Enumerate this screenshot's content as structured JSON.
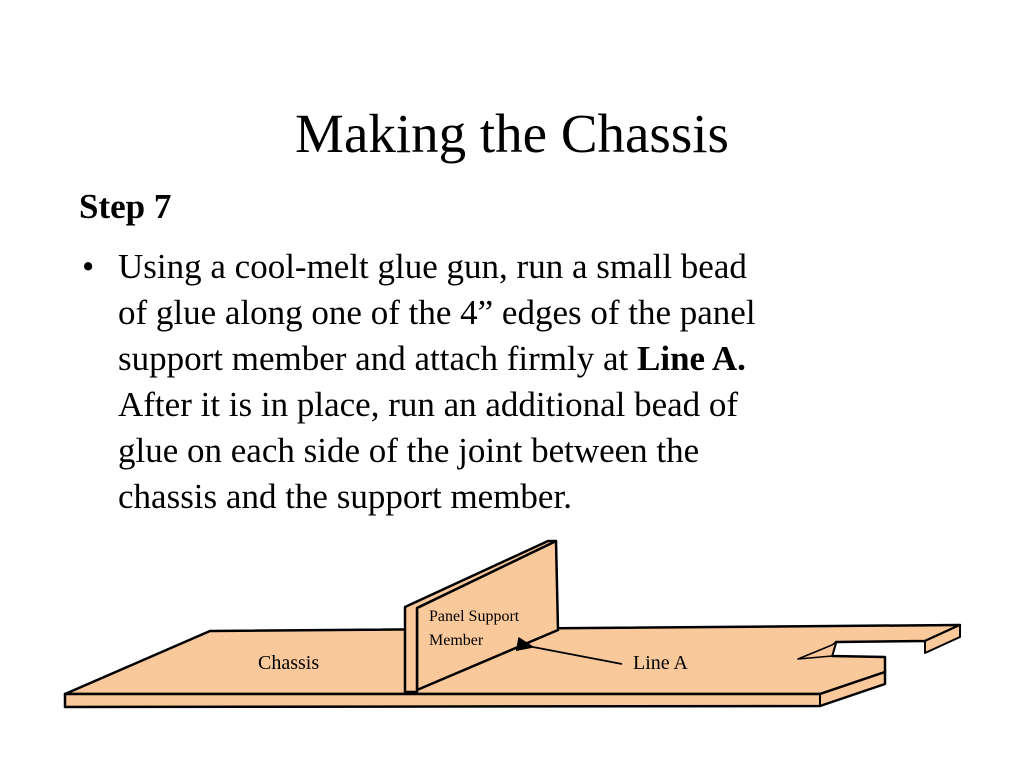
{
  "slide": {
    "title": "Making the Chassis",
    "step_heading": "Step 7",
    "bullet_marker": "•",
    "body_lines": [
      "Using a cool-melt glue gun, run a small bead",
      "of glue along one of the 4” edges of the panel",
      "support member and attach firmly at ",
      "Line A.",
      "After it is in place, run an additional bead of",
      "glue on each side of the joint between the",
      "chassis and the support member."
    ]
  },
  "diagram": {
    "chassis_label": "Chassis",
    "panel_label_line1": "Panel Support",
    "panel_label_line2": "Member",
    "line_label": "Line A",
    "fill_color": "#f9c89b",
    "stroke_color": "#000000"
  }
}
